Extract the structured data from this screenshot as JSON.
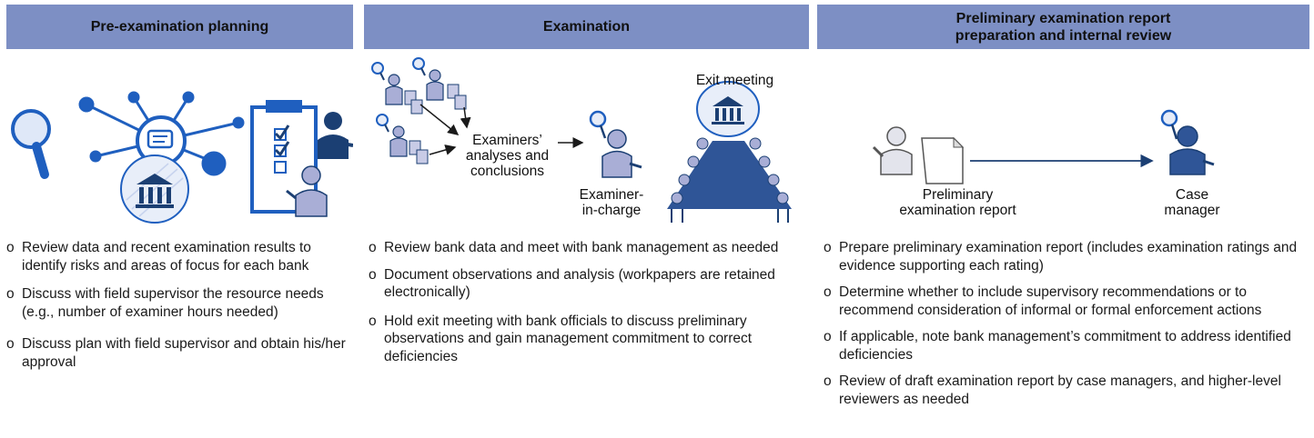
{
  "columns": [
    {
      "header": [
        "Pre-examination planning"
      ],
      "bullets": [
        "Review data and recent examination results to identify risks and areas of focus for each bank",
        "Discuss with field supervisor the resource needs (e.g., number of examiner hours needed)",
        "Discuss plan with field supervisor and obtain his/her approval"
      ]
    },
    {
      "header": [
        "Examination"
      ],
      "labels": {
        "exit_meeting": "Exit meeting",
        "examiners_analyses": [
          "Examiners’",
          "analyses and",
          "conclusions"
        ],
        "examiner_in_charge": [
          "Examiner-",
          "in-charge"
        ]
      },
      "bullets": [
        "Review bank data and meet with bank management as needed",
        "Document observations and analysis (workpapers are retained electronically)",
        "Hold exit meeting with bank officials to discuss preliminary observations and gain management commitment to correct deficiencies"
      ]
    },
    {
      "header": [
        "Preliminary examination report",
        "preparation and internal review"
      ],
      "labels": {
        "preliminary_report": [
          "Preliminary",
          "examination report"
        ],
        "case_manager": [
          "Case",
          "manager"
        ]
      },
      "bullets": [
        "Prepare preliminary examination report (includes examination ratings and evidence supporting each rating)",
        "Determine whether to include supervisory recommendations or to recommend consideration of informal or formal enforcement actions",
        "If applicable, note bank management’s commitment to address identified deficiencies",
        "Review of draft examination report by case managers, and higher-level reviewers as needed"
      ]
    }
  ],
  "bullet_marker": "o",
  "colors": {
    "header_bg": "#7d8fc4",
    "icon_blue": "#1f5fbf",
    "person_dark": "#1b3f73",
    "person_light": "#a9aed6",
    "table_blue": "#2f5597"
  }
}
